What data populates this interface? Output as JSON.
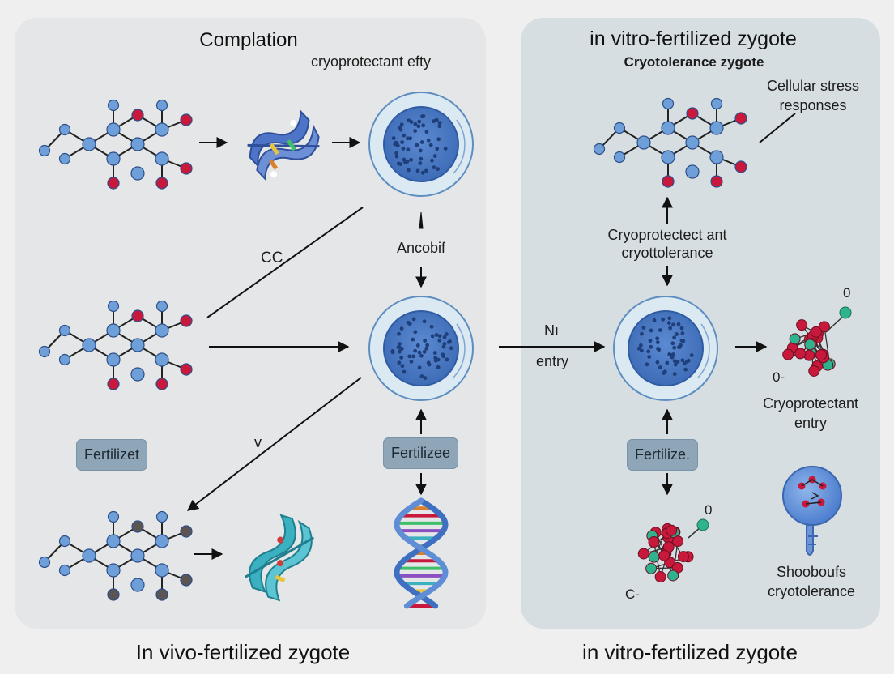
{
  "left_panel": {
    "title": "Complation",
    "subtitle": "cryoprotectant efty",
    "label_cc": "CC",
    "label_ancobif": "Ancobif",
    "label_v": "v",
    "badge_1": "Fertilizet",
    "badge_2": "Fertilizee",
    "footer": "In vivo-fertilized zygote"
  },
  "right_panel": {
    "title": "in vitro-fertilized zygote",
    "subtitle": "Cryotolerance zygote",
    "label_stress_1": "Cellular stress",
    "label_stress_2": "responses",
    "label_cryo_1": "Cryoprotectect ant",
    "label_cryo_2": "cryottolerance",
    "label_ni": "Nı",
    "label_entry": "entry",
    "badge": "Fertilize.",
    "label_entry_1": "Cryoprotectant",
    "label_entry_2": "entry",
    "label_o_top": "0",
    "label_o_minus": "0-",
    "label_o_bottom": "0",
    "label_c_minus": "C-",
    "label_show_1": "Shooboufs",
    "label_show_2": "cryotolerance",
    "footer": "in vitro-fertilized zygote"
  },
  "colors": {
    "atom_blue": "#6f9fd8",
    "atom_red": "#c8193c",
    "atom_dark": "#5c5452",
    "atom_teal": "#2fb38f",
    "cell_fill": "#4f7fc8",
    "protein_blue": "#4d74c6",
    "protein_teal": "#3ab0c0"
  }
}
